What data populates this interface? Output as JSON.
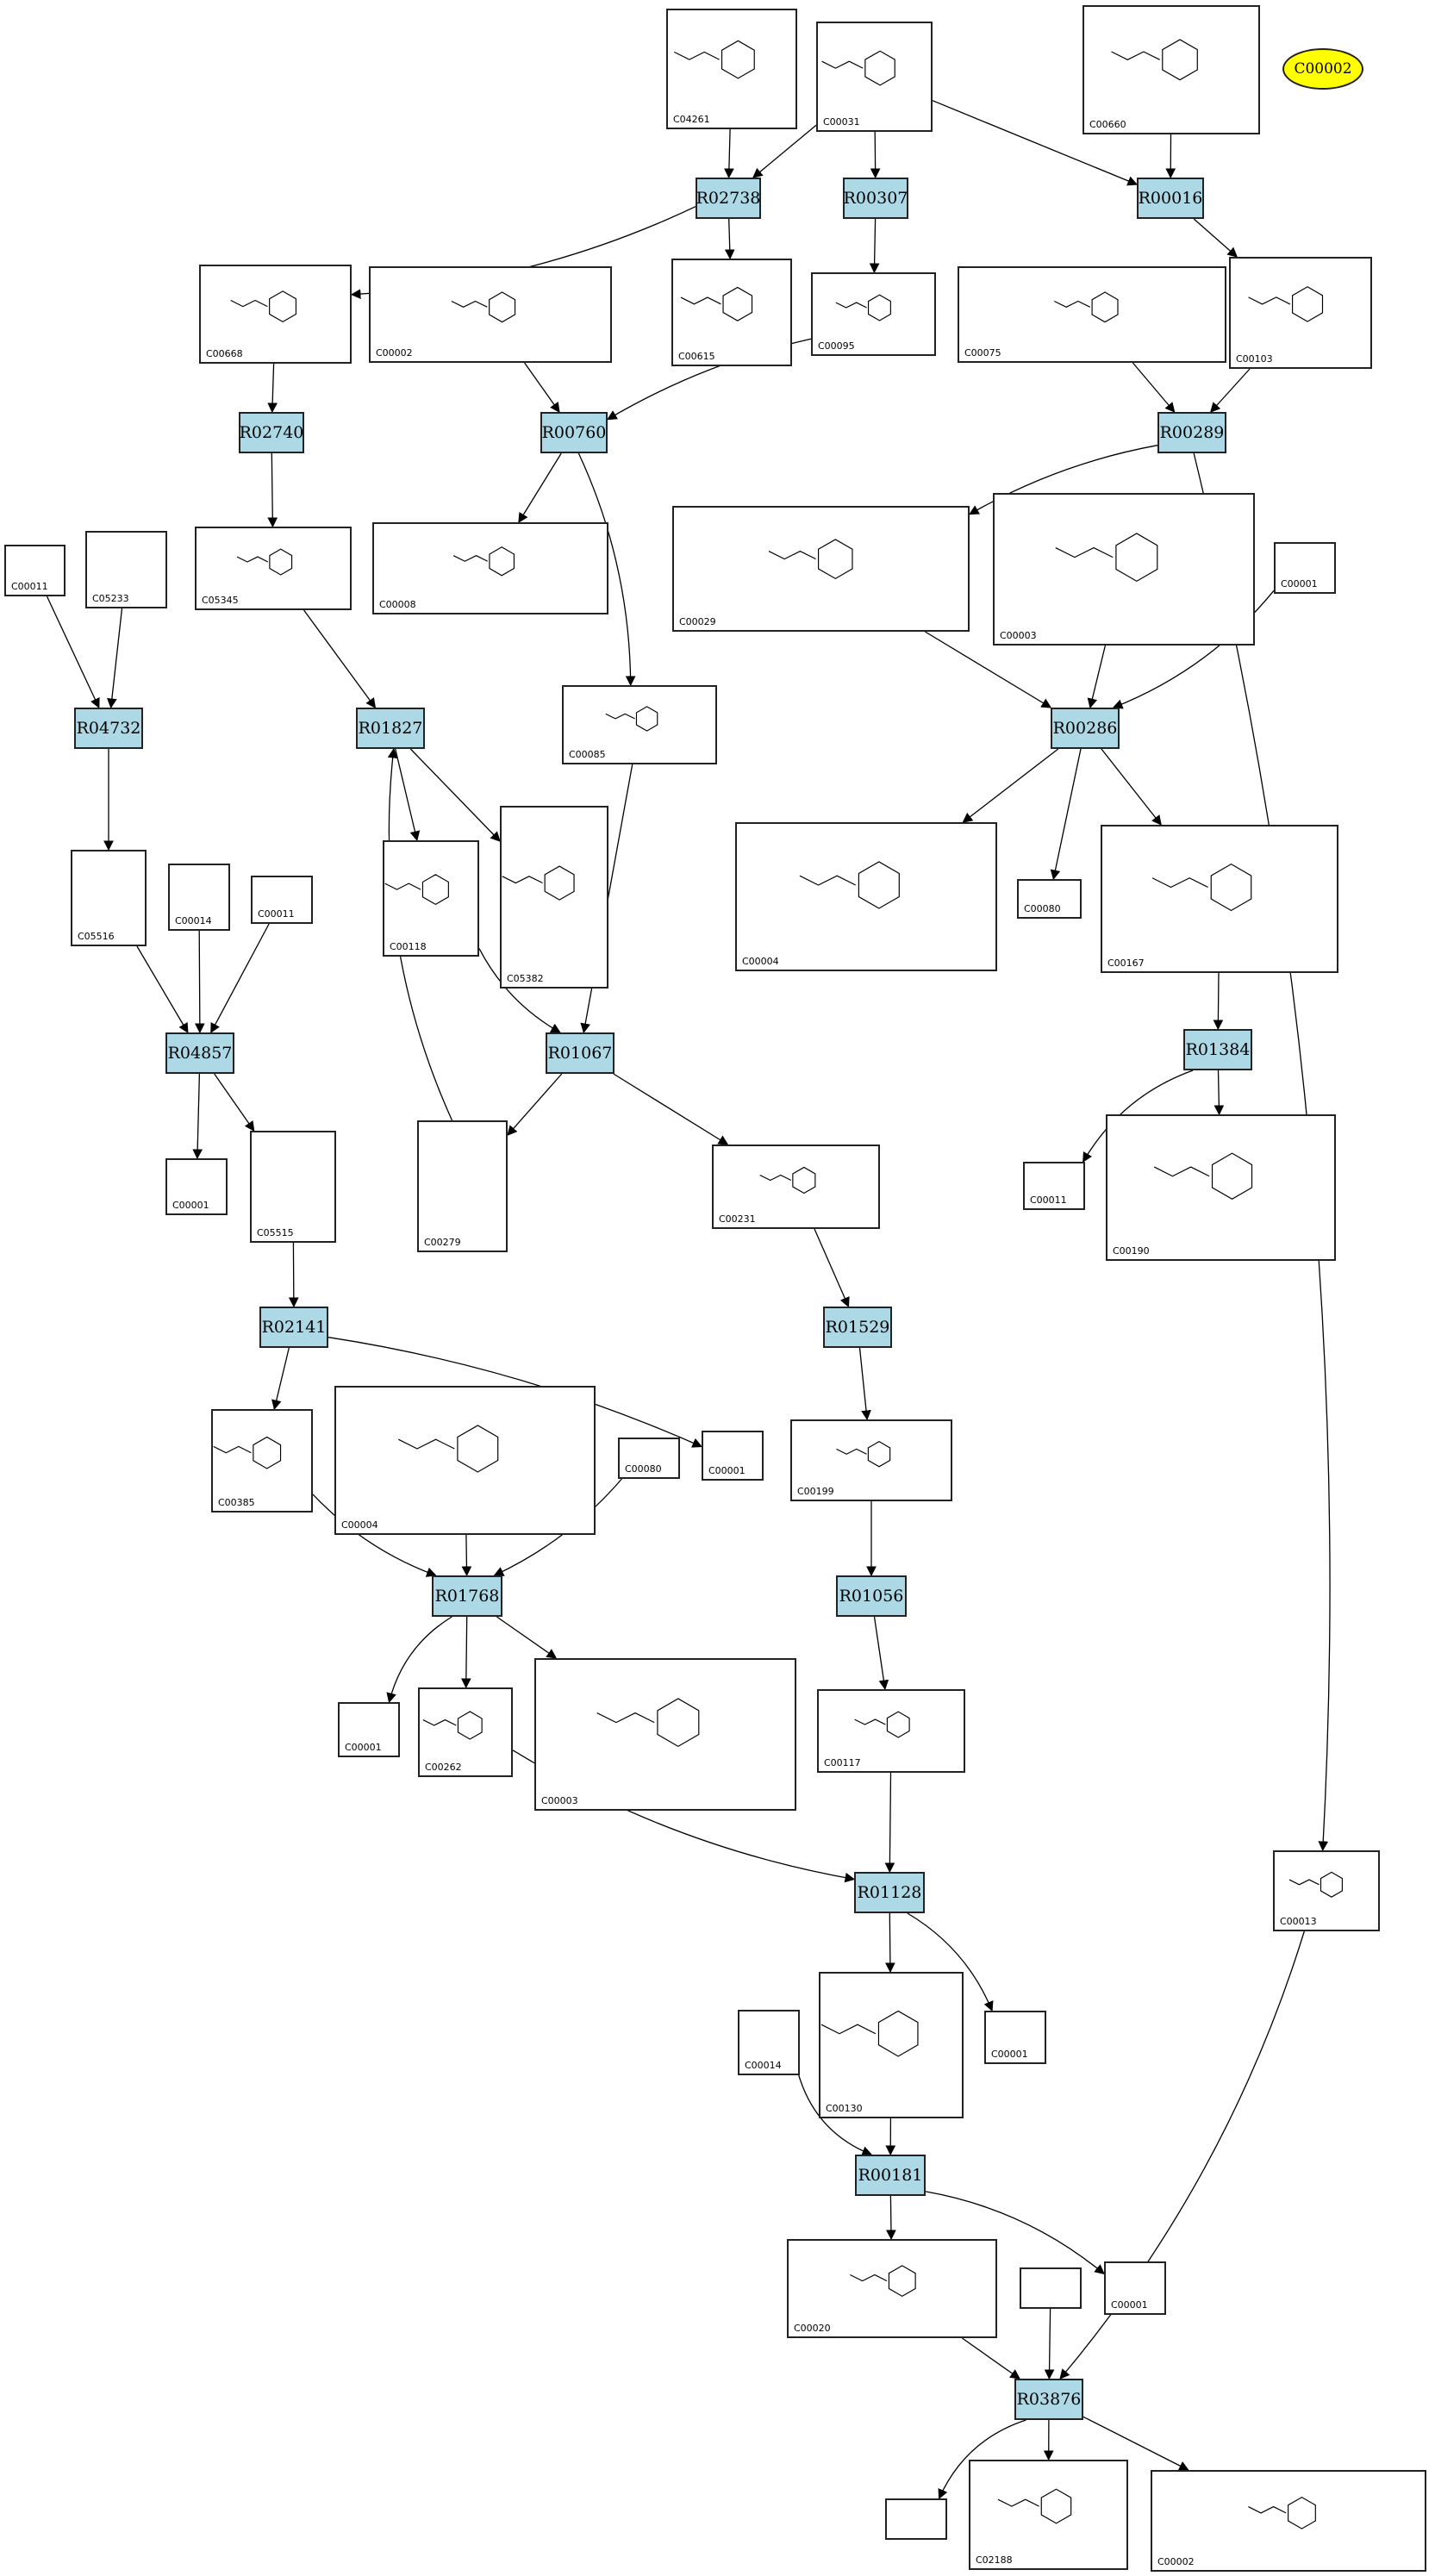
{
  "highlight": {
    "label": "C00002"
  },
  "reactions": [
    {
      "id": "R02738",
      "label": "R02738"
    },
    {
      "id": "R00307",
      "label": "R00307"
    },
    {
      "id": "R00016",
      "label": "R00016"
    },
    {
      "id": "R02740",
      "label": "R02740"
    },
    {
      "id": "R00760",
      "label": "R00760"
    },
    {
      "id": "R00289",
      "label": "R00289"
    },
    {
      "id": "R04732",
      "label": "R04732"
    },
    {
      "id": "R01827",
      "label": "R01827"
    },
    {
      "id": "R00286",
      "label": "R00286"
    },
    {
      "id": "R04857",
      "label": "R04857"
    },
    {
      "id": "R01067",
      "label": "R01067"
    },
    {
      "id": "R01384",
      "label": "R01384"
    },
    {
      "id": "R02141",
      "label": "R02141"
    },
    {
      "id": "R01529",
      "label": "R01529"
    },
    {
      "id": "R01768",
      "label": "R01768"
    },
    {
      "id": "R01056",
      "label": "R01056"
    },
    {
      "id": "R01128",
      "label": "R01128"
    },
    {
      "id": "R00181",
      "label": "R00181"
    },
    {
      "id": "R03876",
      "label": "R03876"
    }
  ],
  "compounds": [
    {
      "id": "c04261",
      "label": "C04261"
    },
    {
      "id": "c00031",
      "label": "C00031"
    },
    {
      "id": "c00660",
      "label": "C00660"
    },
    {
      "id": "c00668",
      "label": "C00668"
    },
    {
      "id": "c00002a",
      "label": "C00002"
    },
    {
      "id": "c00615",
      "label": "C00615"
    },
    {
      "id": "c00095a",
      "label": "C00095"
    },
    {
      "id": "c00075",
      "label": "C00075"
    },
    {
      "id": "c00103",
      "label": "C00103"
    },
    {
      "id": "c00011a",
      "label": "C00011"
    },
    {
      "id": "c05233",
      "label": "C05233"
    },
    {
      "id": "c05345",
      "label": "C05345"
    },
    {
      "id": "c00008",
      "label": "C00008"
    },
    {
      "id": "c00029",
      "label": "C00029"
    },
    {
      "id": "c00003a",
      "label": "C00003"
    },
    {
      "id": "c00001a",
      "label": "C00001"
    },
    {
      "id": "c00085",
      "label": "C00085"
    },
    {
      "id": "c05516",
      "label": "C05516"
    },
    {
      "id": "c00014a",
      "label": "C00014"
    },
    {
      "id": "c00011b",
      "label": "C00011"
    },
    {
      "id": "c00118",
      "label": "C00118"
    },
    {
      "id": "c05382",
      "label": "C05382"
    },
    {
      "id": "c00004a",
      "label": "C00004"
    },
    {
      "id": "c00080a",
      "label": "C00080"
    },
    {
      "id": "c00167",
      "label": "C00167"
    },
    {
      "id": "c00001b",
      "label": "C00001"
    },
    {
      "id": "c05515",
      "label": "C05515"
    },
    {
      "id": "c00279",
      "label": "C00279"
    },
    {
      "id": "c00231",
      "label": "C00231"
    },
    {
      "id": "c00011c",
      "label": "C00011"
    },
    {
      "id": "c00190",
      "label": "C00190"
    },
    {
      "id": "c00385",
      "label": "C00385"
    },
    {
      "id": "c00004b",
      "label": "C00004"
    },
    {
      "id": "c00080b",
      "label": "C00080"
    },
    {
      "id": "c00001c",
      "label": "C00001"
    },
    {
      "id": "c00199",
      "label": "C00199"
    },
    {
      "id": "c00001d",
      "label": "C00001"
    },
    {
      "id": "c00262",
      "label": "C00262"
    },
    {
      "id": "c00003b",
      "label": "C00003"
    },
    {
      "id": "c00117",
      "label": "C00117"
    },
    {
      "id": "c00013",
      "label": "C00013"
    },
    {
      "id": "c00014b",
      "label": "C00014"
    },
    {
      "id": "c00130",
      "label": "C00130"
    },
    {
      "id": "c00001e",
      "label": "C00001"
    },
    {
      "id": "c00020",
      "label": "C00020"
    },
    {
      "id": "c00001f",
      "label": "C00001"
    },
    {
      "id": "blank1",
      "label": ""
    },
    {
      "id": "blank2",
      "label": ""
    },
    {
      "id": "c02188",
      "label": "C02188"
    },
    {
      "id": "c00002b",
      "label": "C00002"
    }
  ]
}
